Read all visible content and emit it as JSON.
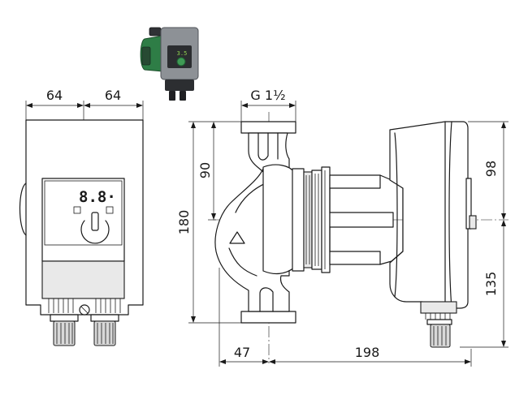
{
  "dimensions": {
    "front_width_left": "64",
    "front_width_right": "64",
    "thread": "G 1½",
    "overall_height": "180",
    "top_to_axis": "90",
    "head_top_to_axis": "98",
    "axis_to_bottom": "135",
    "inlet_offset": "47",
    "overall_length": "198"
  },
  "display": {
    "readout": "8.8·"
  },
  "photo": {
    "lcd_value": "3.5"
  }
}
